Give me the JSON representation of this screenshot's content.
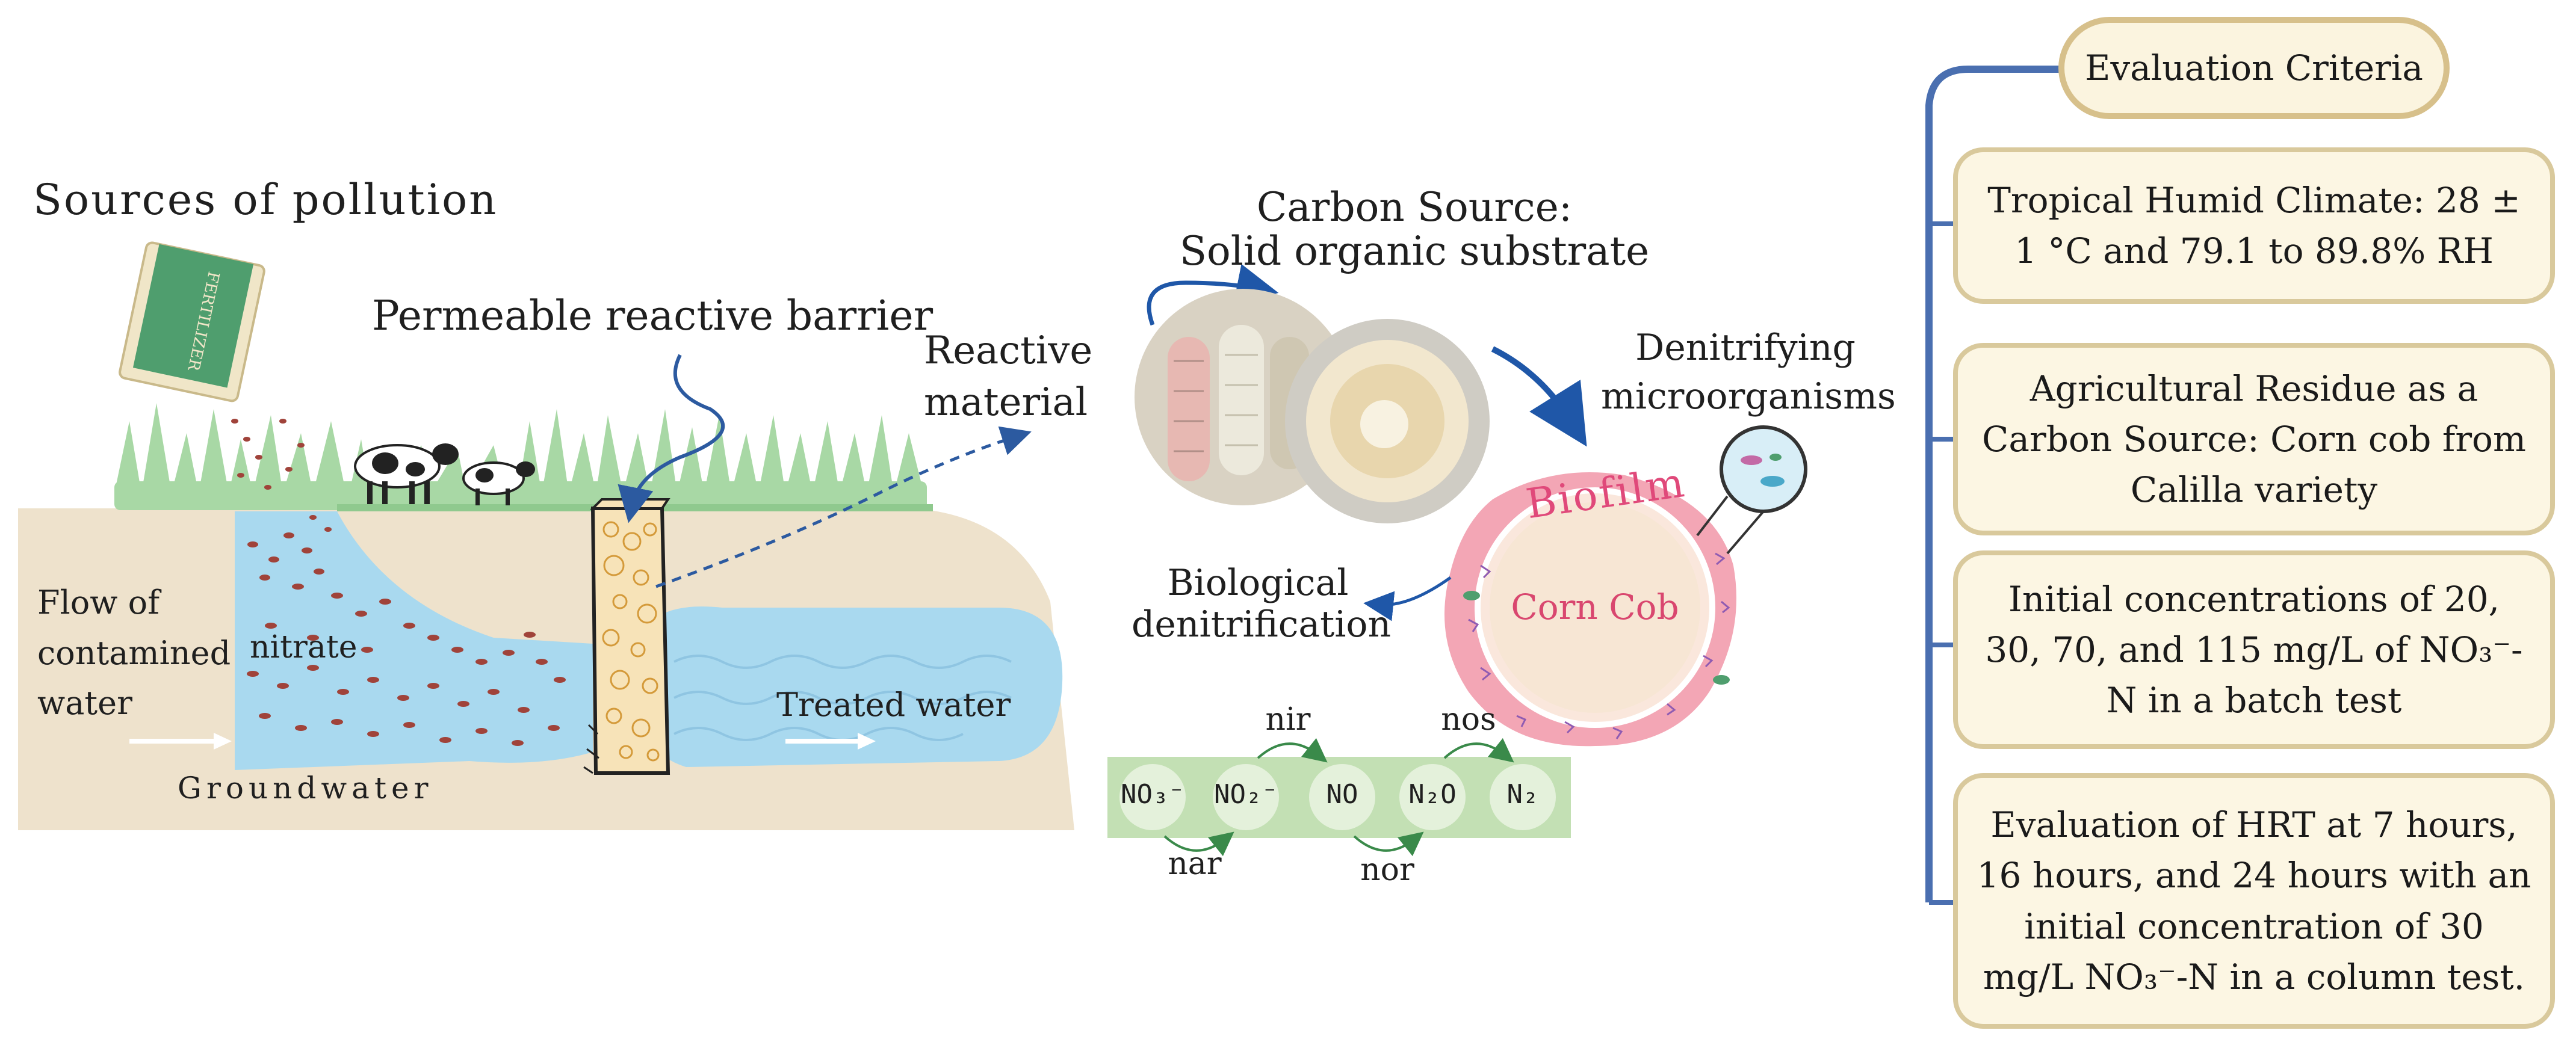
{
  "left": {
    "sources_title": "Sources of pollution",
    "fertilizer_label": "FERTILIZER",
    "barrier_label": "Permeable reactive barrier",
    "flow_label": "Flow of contamined water",
    "nitrate_label": "nitrate",
    "groundwater_label": "Groundwater",
    "treated_label": "Treated water"
  },
  "middle": {
    "reactive_label": "Reactive material",
    "carbon_title": "Carbon Source:",
    "carbon_subtitle": "Solid organic substrate",
    "denitrifying_label": "Denitrifying microorganisms",
    "biofilm_label": "Biofilm",
    "corncob_label": "Corn Cob",
    "bio_denit_label": "Biological denitrification",
    "pathway": {
      "species": [
        "NO₃⁻",
        "NO₂⁻",
        "NO",
        "N₂O",
        "N₂"
      ],
      "enzymes_top": [
        "nir",
        "nos"
      ],
      "enzymes_bottom": [
        "nar",
        "nor"
      ]
    }
  },
  "criteria": {
    "title": "Evaluation Criteria",
    "items": [
      "Tropical Humid Climate: 28 ± 1 °C and 79.1 to 89.8% RH",
      "Agricultural Residue as a Carbon Source: Corn cob from Calilla variety",
      "Initial concentrations of 20, 30, 70, and 115 mg/L of NO₃⁻-N in a batch test",
      "Evaluation of HRT at 7 hours, 16 hours, and 24 hours with an initial concentration of 30 mg/L NO₃⁻-N in a column test."
    ]
  },
  "colors": {
    "ground": "#eee2cc",
    "water": "#a9d9ef",
    "grass": "#a8d8a5",
    "arrow": "#2c5aa0",
    "biofilm": "#f3a6b5",
    "criteria_border": "#d9c99c",
    "tree_line": "#4a6fb0"
  }
}
